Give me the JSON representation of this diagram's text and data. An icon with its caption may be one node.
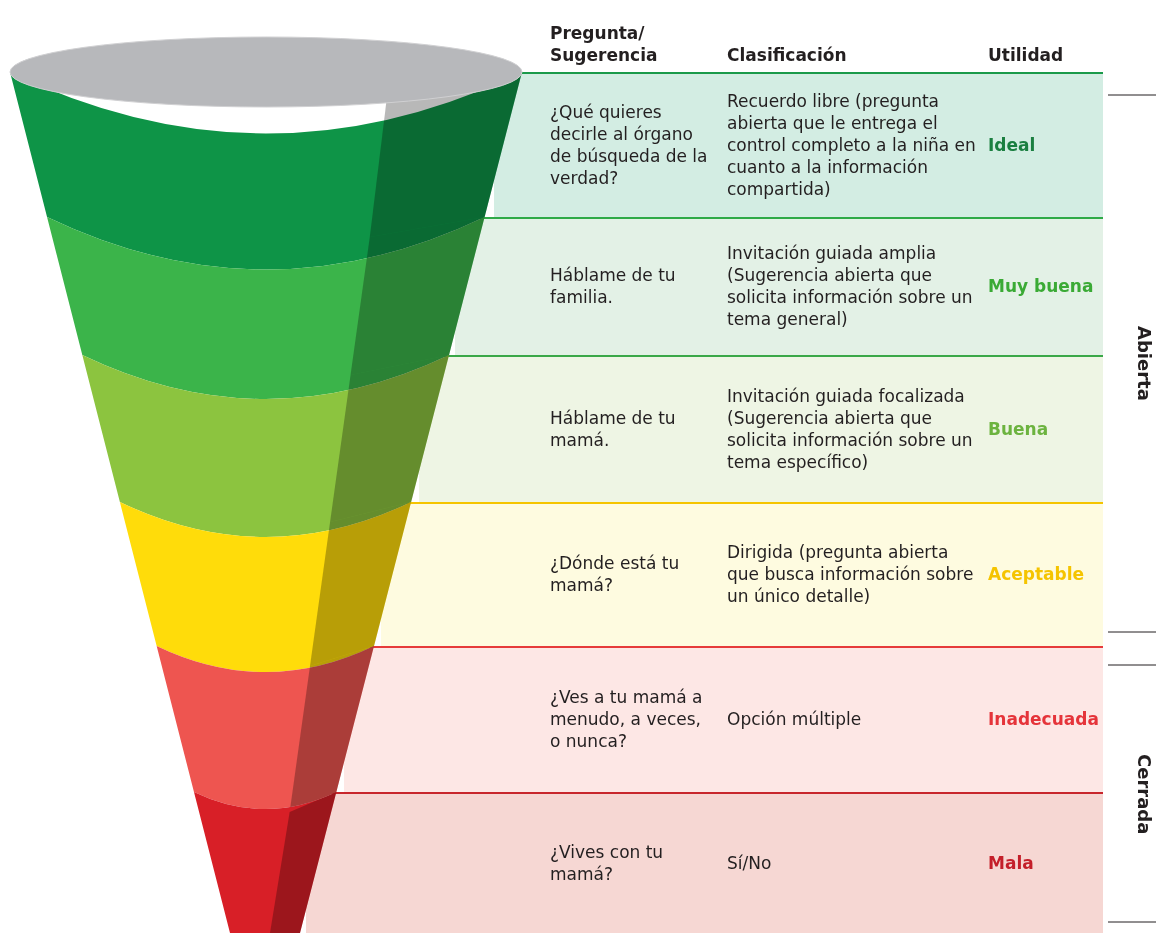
{
  "diagram": {
    "labels": [
      "Pregunta/ Sugerencia",
      "Clasificación",
      "Utilidad",
      "¿Qué quieres decirle al órgano de búsqueda de la verdad?",
      "Recuerdo libre (pregunta abierta que le entrega el control completo a la niña en cuanto a la información compartida)",
      "Ideal",
      "Háblame de tu familia.",
      "Invitación guiada amplia (Sugerencia abierta que solicita información sobre un tema general)",
      "Muy buena",
      "Háblame de tu mamá.",
      "Invitación guiada focalizada (Sugerencia abierta que solicita información sobre un tema específico)",
      "Buena",
      "¿Dónde está tu mamá?",
      "Dirigida (pregunta abierta que busca información sobre un único detalle)",
      "Aceptable",
      "¿Ves a tu mamá a menudo, a veces, o nunca?",
      "Opción múltiple",
      "Inadecuada",
      "¿Vives con tu mamá?",
      "Sí/No",
      "Mala",
      "Abierta",
      "Cerrada"
    ]
  }
}
